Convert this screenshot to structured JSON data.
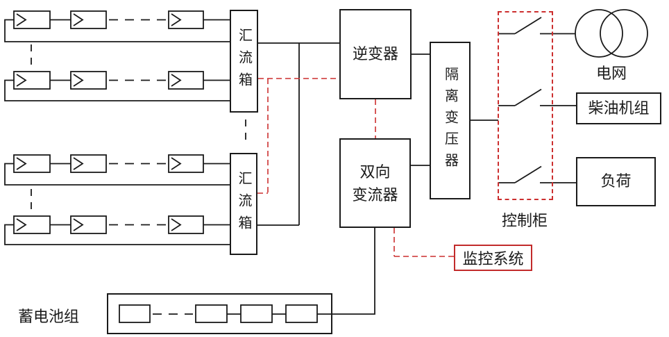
{
  "diagram": {
    "nodes": {
      "combiner1": {
        "label": "汇流箱"
      },
      "combiner2": {
        "label": "汇流箱"
      },
      "inverter": {
        "label": "逆变器"
      },
      "bidirectional_converter": {
        "label_line1": "双向",
        "label_line2": "变流器"
      },
      "isolation_transformer": {
        "label": "隔离变压器"
      },
      "control_cabinet": {
        "label": "控制柜"
      },
      "grid": {
        "label": "电网"
      },
      "diesel_generator": {
        "label": "柴油机组"
      },
      "load": {
        "label": "负荷"
      },
      "monitoring_system": {
        "label": "监控系统"
      },
      "battery_pack": {
        "label": "蓄电池组"
      }
    },
    "colors": {
      "line": "#1a1a1a",
      "control_line": "#cc2e2e",
      "monitor_border": "#c22a2a",
      "background": "#ffffff"
    }
  }
}
